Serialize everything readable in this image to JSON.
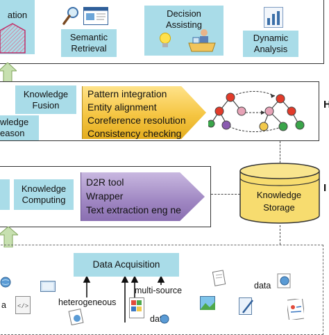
{
  "top": {
    "app_label": "ation",
    "semantic_retrieval": "Semantic Retrieval",
    "decision_assisting": "Decision Assisting",
    "dynamic_analysis": "Dynamic Analysis"
  },
  "fusion_layer": {
    "knowledge_fusion": "Knowledge Fusion",
    "knowledge_reason": "wledge eason",
    "chevron_items": [
      "Pattern integration",
      "Entity alignment",
      "Coreference resolution",
      "Consistency checking"
    ],
    "side_label": "H"
  },
  "construction_layer": {
    "left_stub": "",
    "knowledge_computing": "Knowledge Computing",
    "chevron_items": [
      "D2R tool",
      "Wrapper",
      "Text extraction eng ne"
    ],
    "side_label": "I"
  },
  "storage": {
    "label": "Knowledge Storage"
  },
  "acquisition": {
    "title": "Data Acquisition",
    "labels": {
      "heterogeneous": "heterogeneous",
      "multi_source": "multi-source",
      "data_bottom": "data",
      "data_right": "data",
      "data_left": "a"
    }
  },
  "colors": {
    "teal": "#a9dce8",
    "gold": "#f5c542",
    "purple": "#9f86c2",
    "storage": "#f7dc6f",
    "arrow_green": "#c7e0b0"
  }
}
